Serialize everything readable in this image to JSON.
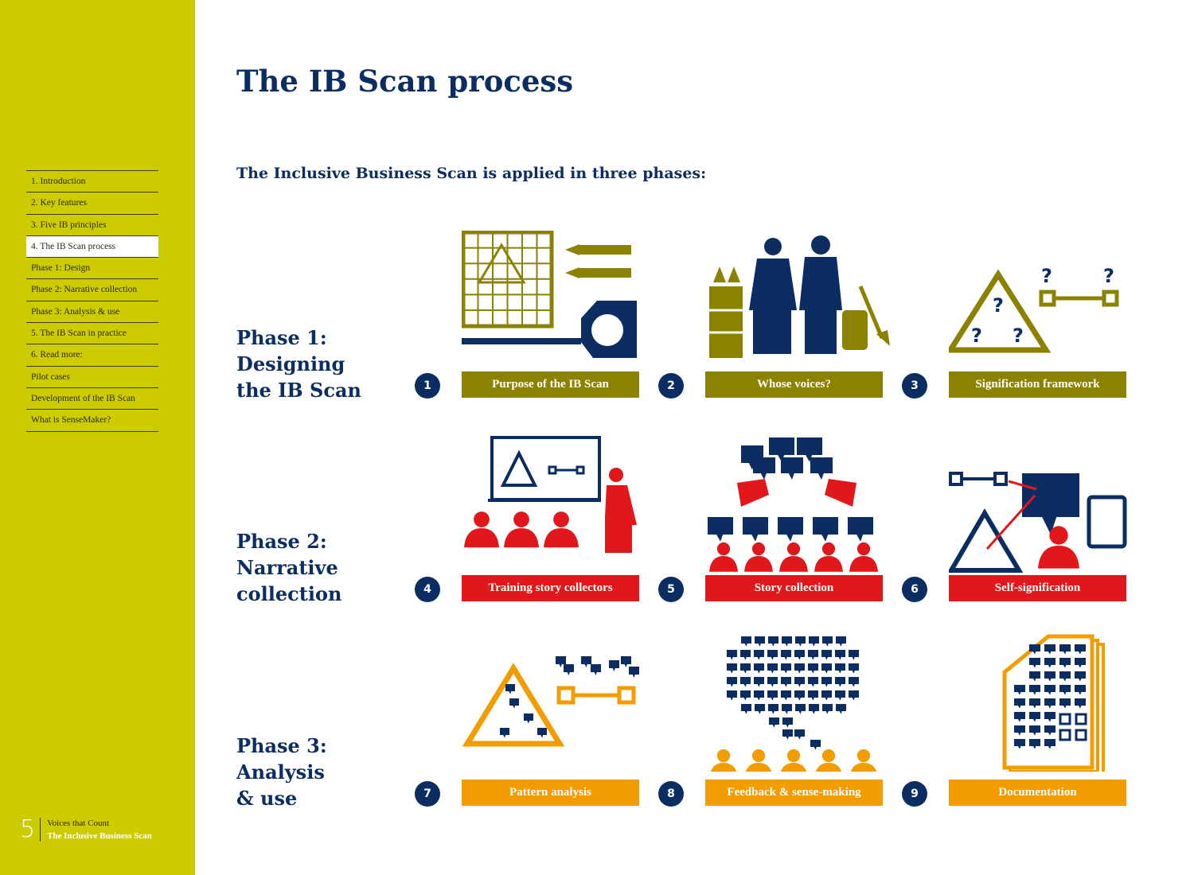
{
  "sidebar": {
    "toc": [
      "1. Introduction",
      "2. Key features",
      "3. Five IB principles",
      "4. The IB Scan process",
      "Phase 1: Design",
      "Phase 2: Narrative collection",
      "Phase 3: Analysis & use",
      "5. The IB Scan in practice",
      "6. Read more:",
      "Pilot cases",
      "Development of the IB Scan",
      "What is SenseMaker?"
    ],
    "active_index": 3,
    "footer": {
      "page": "5",
      "line1": "Voices that Count",
      "line2": "The Inclusive Business Scan"
    }
  },
  "main": {
    "title": "The IB Scan process",
    "subtitle": "The Inclusive Business Scan is applied in three phases:",
    "phases": [
      {
        "lines": [
          "Phase 1:",
          "Designing",
          "the IB Scan"
        ],
        "color": "#8b8200",
        "steps": [
          {
            "n": "1",
            "label": "Purpose of the IB Scan"
          },
          {
            "n": "2",
            "label": "Whose voices?"
          },
          {
            "n": "3",
            "label": "Signification framework"
          }
        ]
      },
      {
        "lines": [
          "Phase 2:",
          "Narrative",
          "collection"
        ],
        "color": "#e2171b",
        "steps": [
          {
            "n": "4",
            "label": "Training story collectors"
          },
          {
            "n": "5",
            "label": "Story collection"
          },
          {
            "n": "6",
            "label": "Self-signification"
          }
        ]
      },
      {
        "lines": [
          "Phase 3:",
          "Analysis",
          "& use"
        ],
        "color": "#f29c00",
        "steps": [
          {
            "n": "7",
            "label": "Pattern analysis"
          },
          {
            "n": "8",
            "label": "Feedback & sense-making"
          },
          {
            "n": "9",
            "label": "Documentation"
          }
        ]
      }
    ],
    "icons": [
      "grid-with-pens-and-tape-icon",
      "farmers-icon",
      "triangle-questions-icon",
      "trainer-classroom-icon",
      "speech-bubbles-people-icon",
      "self-signification-icon",
      "pattern-triangle-icon",
      "feedback-crowd-icon",
      "documents-icon"
    ]
  }
}
